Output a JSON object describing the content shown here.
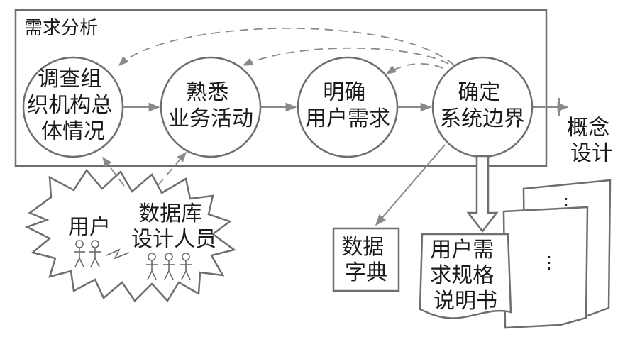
{
  "frame": {
    "title": "需求分析"
  },
  "nodes": [
    {
      "id": "survey-org",
      "lines": [
        "调查组",
        "织机构总",
        "体情况"
      ]
    },
    {
      "id": "know-business",
      "lines": [
        "熟悉",
        "业务活动"
      ]
    },
    {
      "id": "clarify-needs",
      "lines": [
        "明确",
        "用户需求"
      ]
    },
    {
      "id": "system-boundary",
      "lines": [
        "确定",
        "系统边界"
      ]
    }
  ],
  "output": {
    "lines": [
      "概念",
      "设计"
    ]
  },
  "participants": {
    "user_label": "用户",
    "designer_lines": [
      "数据库",
      "设计人员"
    ]
  },
  "artifacts": {
    "dictionary_lines": [
      "数据",
      "字典"
    ],
    "spec_lines": [
      "用户需",
      "求规格",
      "说明书"
    ]
  }
}
